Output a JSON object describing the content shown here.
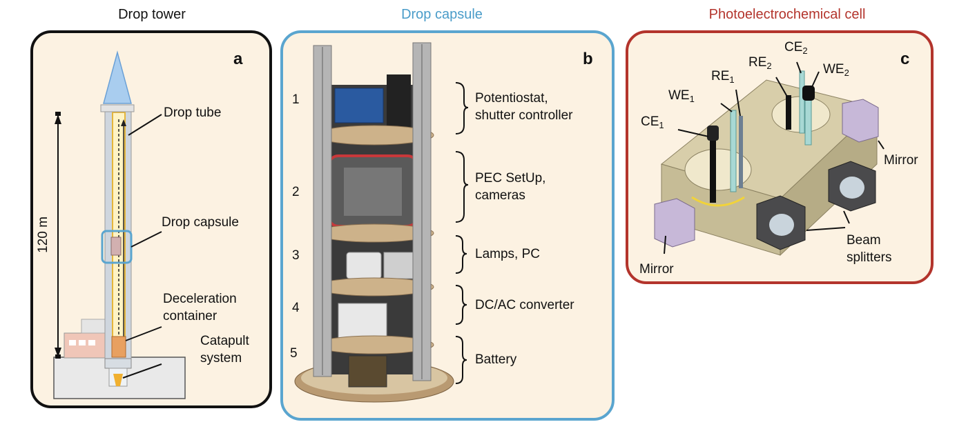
{
  "panels": {
    "a": {
      "title": "Drop tower",
      "letter": "a",
      "height_label": "120 m",
      "labels": {
        "drop_tube": "Drop tube",
        "drop_capsule": "Drop capsule",
        "deceleration_1": "Deceleration",
        "deceleration_2": "container",
        "catapult_1": "Catapult",
        "catapult_2": "system"
      }
    },
    "b": {
      "title": "Drop capsule",
      "letter": "b",
      "levels": [
        "1",
        "2",
        "3",
        "4",
        "5"
      ],
      "labels": {
        "potentiostat_1": "Potentiostat,",
        "potentiostat_2": "shutter controller",
        "pec_1": "PEC SetUp,",
        "pec_2": "cameras",
        "lamps": "Lamps, PC",
        "converter": "DC/AC converter",
        "battery": "Battery"
      }
    },
    "c": {
      "title": "Photoelectrochemical cell",
      "letter": "c",
      "labels": {
        "ce": "CE",
        "we": "WE",
        "re": "RE",
        "sub1": "1",
        "sub2": "2",
        "mirror": "Mirror",
        "beam_1": "Beam",
        "beam_2": "splitters"
      }
    }
  },
  "colors": {
    "panel_a_border": "#111111",
    "panel_b_border": "#5aa5cf",
    "panel_c_border": "#b3342c",
    "panel_b_title": "#4a9cc9",
    "panel_c_title": "#b3342c",
    "panel_fill": "#fcf2e2"
  }
}
